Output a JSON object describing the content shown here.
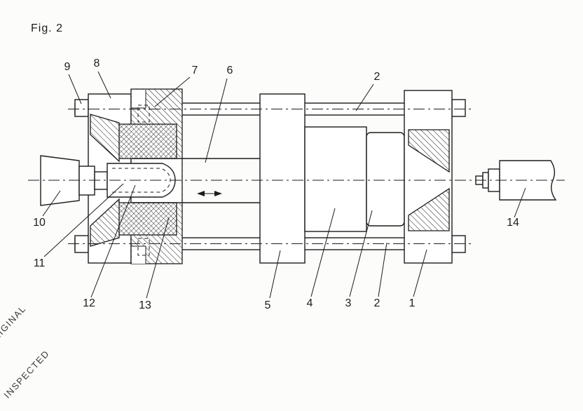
{
  "figure": {
    "title": "Fig. 2"
  },
  "watermark": {
    "line1": "ORIGINAL",
    "line2": "INSPECTED"
  },
  "labels": {
    "n1": "1",
    "n2_top": "2",
    "n2_bottom": "2",
    "n3": "3",
    "n4": "4",
    "n5": "5",
    "n6": "6",
    "n7": "7",
    "n8": "8",
    "n9": "9",
    "n10": "10",
    "n11": "11",
    "n12": "12",
    "n13": "13",
    "n14": "14"
  },
  "colors": {
    "ink": "#1c1c1c",
    "paper": "#fcfcfa"
  }
}
